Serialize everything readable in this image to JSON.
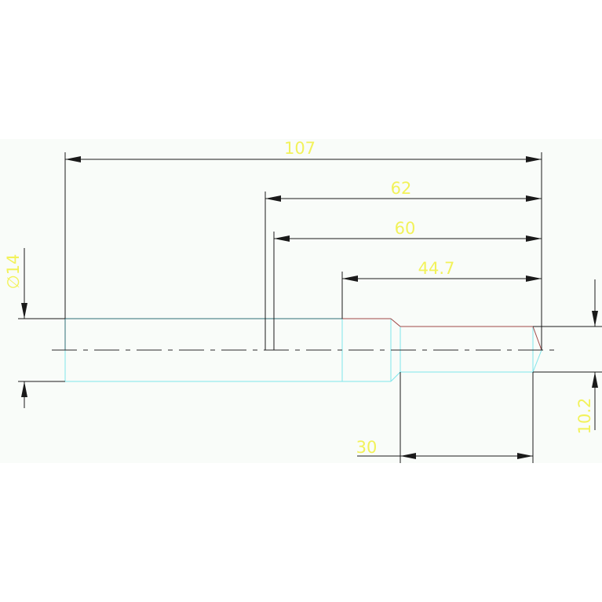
{
  "dimensions": {
    "overall_length": "107",
    "length_62": "62",
    "length_60": "60",
    "length_44_7": "44.7",
    "diameter_14": "∅14",
    "length_30": "30",
    "diameter_10_2": "10.2"
  },
  "colors": {
    "background": "#f9fcf9",
    "dimension_line": "#2a2a2a",
    "dimension_text": "#f2f25a",
    "part_outline_cyan": "#80e6ec",
    "part_outline_teal": "#2f6e78",
    "edge_red": "#a04848",
    "centerline": "#2a2a2a"
  }
}
